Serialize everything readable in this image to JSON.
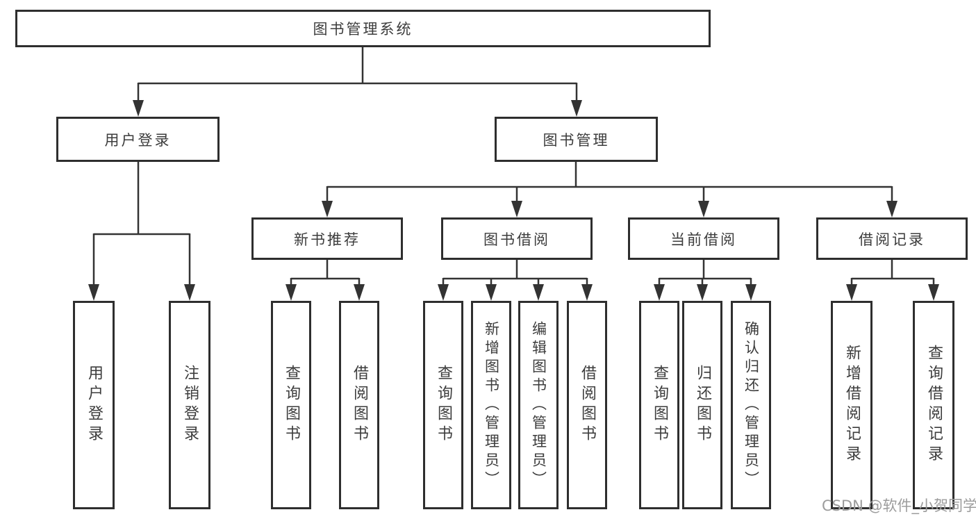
{
  "diagram": {
    "colors": {
      "line": "#333333",
      "box_border": "#2e2e2e",
      "text": "#3c3c3c",
      "background": "#ffffff",
      "watermark": "#9c9c9c"
    },
    "tree": {
      "root": {
        "label": "图书管理系统"
      },
      "level2": [
        {
          "label": "用户登录"
        },
        {
          "label": "图书管理"
        }
      ],
      "level3": [
        {
          "label": "新书推荐"
        },
        {
          "label": "图书借阅"
        },
        {
          "label": "当前借阅"
        },
        {
          "label": "借阅记录"
        }
      ],
      "leaves": {
        "user_login": [
          {
            "label": "用户登录"
          },
          {
            "label": "注销登录"
          }
        ],
        "new_book_rec": [
          {
            "label": "查询图书"
          },
          {
            "label": "借阅图书"
          }
        ],
        "book_borrow": [
          {
            "label": "查询图书"
          },
          {
            "label": "新增图书（管理员）"
          },
          {
            "label": "编辑图书（管理员）"
          },
          {
            "label": "借阅图书"
          }
        ],
        "current_borrow": [
          {
            "label": "查询图书"
          },
          {
            "label": "归还图书"
          },
          {
            "label": "确认归还（管理员）"
          }
        ],
        "borrow_records": [
          {
            "label": "新增借阅记录"
          },
          {
            "label": "查询借阅记录"
          }
        ]
      }
    },
    "watermark": {
      "text": "CSDN @软件_小贺同学"
    }
  }
}
